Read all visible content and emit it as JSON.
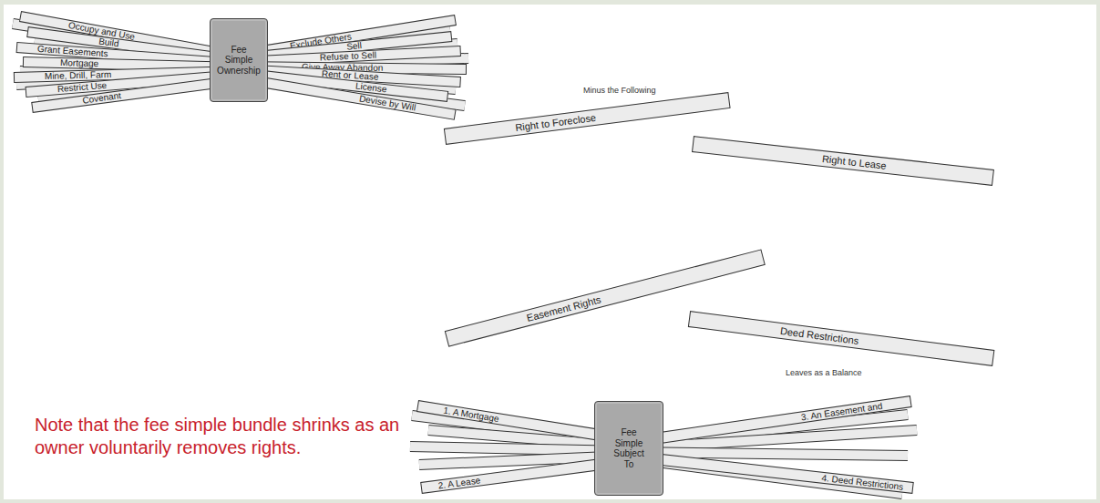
{
  "diagram": {
    "nodes": [
      {
        "text": [
          "Fee Simple Ownership"
        ]
      },
      {
        "text": [
          "Occupy and Use"
        ]
      },
      {
        "text": [
          "Build"
        ]
      },
      {
        "text": [
          "Grant Easements"
        ]
      },
      {
        "text": [
          "Mortgage"
        ]
      },
      {
        "text": [
          "Mine, Drill, Farm"
        ]
      },
      {
        "text": [
          "Restrict Use"
        ]
      },
      {
        "text": [
          "Covenant"
        ]
      },
      {
        "text": [
          "Exclude Others"
        ]
      },
      {
        "text": [
          "Sell"
        ]
      },
      {
        "text": [
          "Refuse to Sell"
        ]
      },
      {
        "text": [
          "Give Away Abandon"
        ]
      },
      {
        "text": [
          "Rent or Lease"
        ]
      },
      {
        "text": [
          "License"
        ]
      },
      {
        "text": [
          "Devise by Will"
        ]
      },
      {
        "text": [
          "Right to Foreclose"
        ]
      },
      {
        "text": [
          "Right to Lease"
        ]
      },
      {
        "text": [
          "Easement Rights"
        ]
      },
      {
        "text": [
          "Deed Restrictions"
        ]
      },
      {
        "text": [
          "Fee Simple Subject To"
        ]
      },
      {
        "text": [
          "1. A Mortgage"
        ]
      },
      {
        "text": [
          "2. A Lease"
        ]
      },
      {
        "text": [
          "3. An Easement and"
        ]
      },
      {
        "text": [
          "4. Deed Restrictions"
        ]
      }
    ],
    "labels": [
      "Minus the Following",
      "Leaves as a Balance",
      "Note that the fee simple bundle shrinks as an owner voluntarily removes rights."
    ]
  }
}
